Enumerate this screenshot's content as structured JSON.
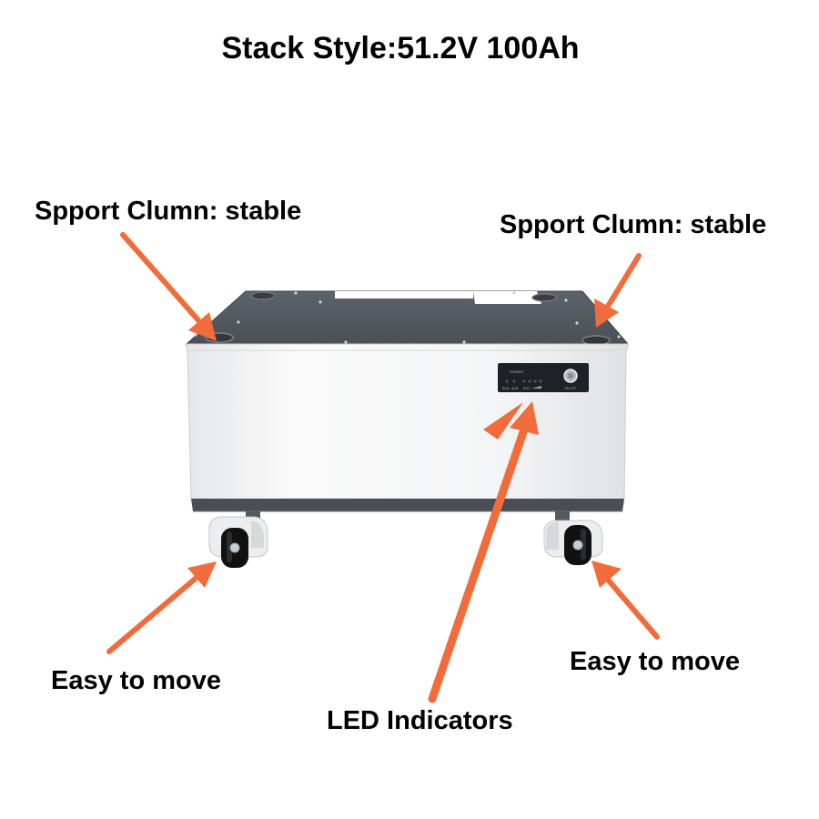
{
  "title": "Stack Style:51.2V 100Ah",
  "labels": {
    "support_left": "Spport Clumn: stable",
    "support_right": "Spport Clumn: stable",
    "move_left": "Easy to move",
    "move_right": "Easy to move",
    "led": "LED Indicators"
  },
  "panel": {
    "power": "POWER",
    "run": "RUN",
    "alm": "ALM",
    "soc": "SOC",
    "switch": "ON OFF"
  },
  "colors": {
    "arrow": "#f26b3a",
    "top_surface": "#555a61",
    "body": "#f1f2f3",
    "base_band": "#4a4f56",
    "wheel": "#111111"
  }
}
